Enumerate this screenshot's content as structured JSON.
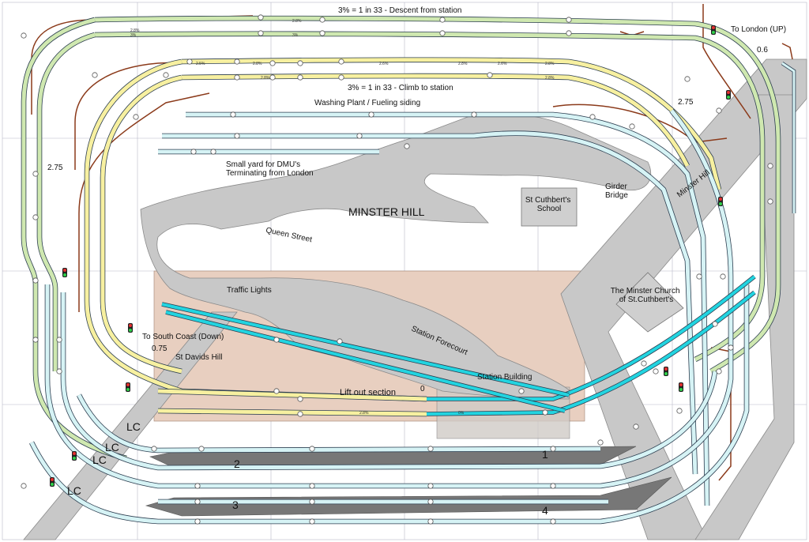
{
  "labels": {
    "descent": "3% = 1 in 33 - Descent from station",
    "climb": "3% = 1 in 33 - Climb to station",
    "to_london": "To London (UP)",
    "london_val": "0.6",
    "val_275_right": "2.75",
    "val_275_left": "2.75",
    "washing": "Washing Plant / Fueling siding",
    "yard": "Small yard for DMU's Terminating from London",
    "minster_hill_area": "MINSTER HILL",
    "school": "St Cuthbert's School",
    "girder": "Girder Bridge",
    "minster_hill_road": "Minster Hill",
    "queen_street": "Queen Street",
    "traffic_lights": "Traffic Lights",
    "church": "The Minster Church of St.Cuthbert's",
    "to_south": "To South Coast (Down)",
    "south_val": "0.75",
    "st_davids": "St Davids Hill",
    "forecourt": "Station Forecourt",
    "station_building": "Station Building",
    "lift_out": "Lift out section",
    "zero": "0",
    "lc1": "LC",
    "lc2": "LC",
    "lc3": "LC",
    "lc4": "LC",
    "p1": "1",
    "p2": "2",
    "p3": "3",
    "p4": "4"
  },
  "grade_marks": [
    "2.8%",
    "3%",
    "2.8%",
    "3%",
    "2.5%",
    "2.8%",
    "2.6%",
    "2.8%",
    "2.6%",
    "2.8%",
    "2.8%",
    "2.8%",
    "0%",
    "2.8%"
  ],
  "colors": {
    "green_track": "#cfe8b0",
    "yellow_track": "#f7f0a0",
    "cyan_track": "#d6f3f5",
    "bright_cyan": "#22d4e0",
    "road": "#c8c8c8",
    "platform": "#777777",
    "liftout": "#e8cfc0",
    "scenic_edge": "#8b3a1a"
  }
}
